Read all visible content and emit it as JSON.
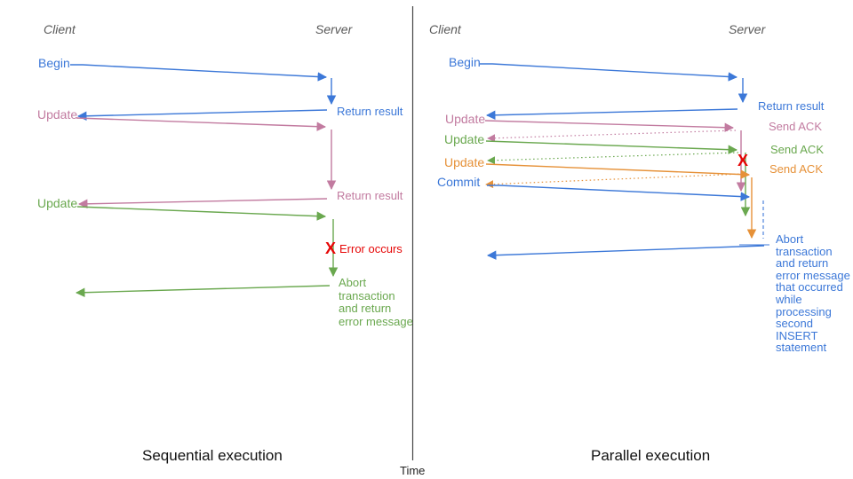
{
  "palette": {
    "blue": "#3c78d8",
    "pink": "#c27ba0",
    "green": "#6aa84f",
    "orange": "#e69138",
    "red": "#e60606",
    "gray": "#595959"
  },
  "left": {
    "client_header": "Client",
    "server_header": "Server",
    "title": "Sequential execution",
    "begin_label": "Begin",
    "begin_return_label": "Return result",
    "update1_label": "Update",
    "update1_return_label": "Return result",
    "update2_label": "Update",
    "error_mark": "X",
    "error_label": "Error occurs",
    "abort_note": "Abort\ntransaction\nand return\nerror message"
  },
  "right": {
    "client_header": "Client",
    "server_header": "Server",
    "title": "Parallel execution",
    "begin_label": "Begin",
    "begin_return_label": "Return result",
    "update1_label": "Update",
    "ack1_label": "Send ACK",
    "update2_label": "Update",
    "ack2_label": "Send ACK",
    "update3_label": "Update",
    "ack3_label": "Send ACK",
    "commit_label": "Commit",
    "error_mark": "X",
    "abort_note": "Abort\ntransaction\nand return\nerror message\nthat occurred\nwhile\nprocessing\nsecond\nINSERT\nstatement"
  },
  "time_axis": {
    "label": "Time"
  }
}
